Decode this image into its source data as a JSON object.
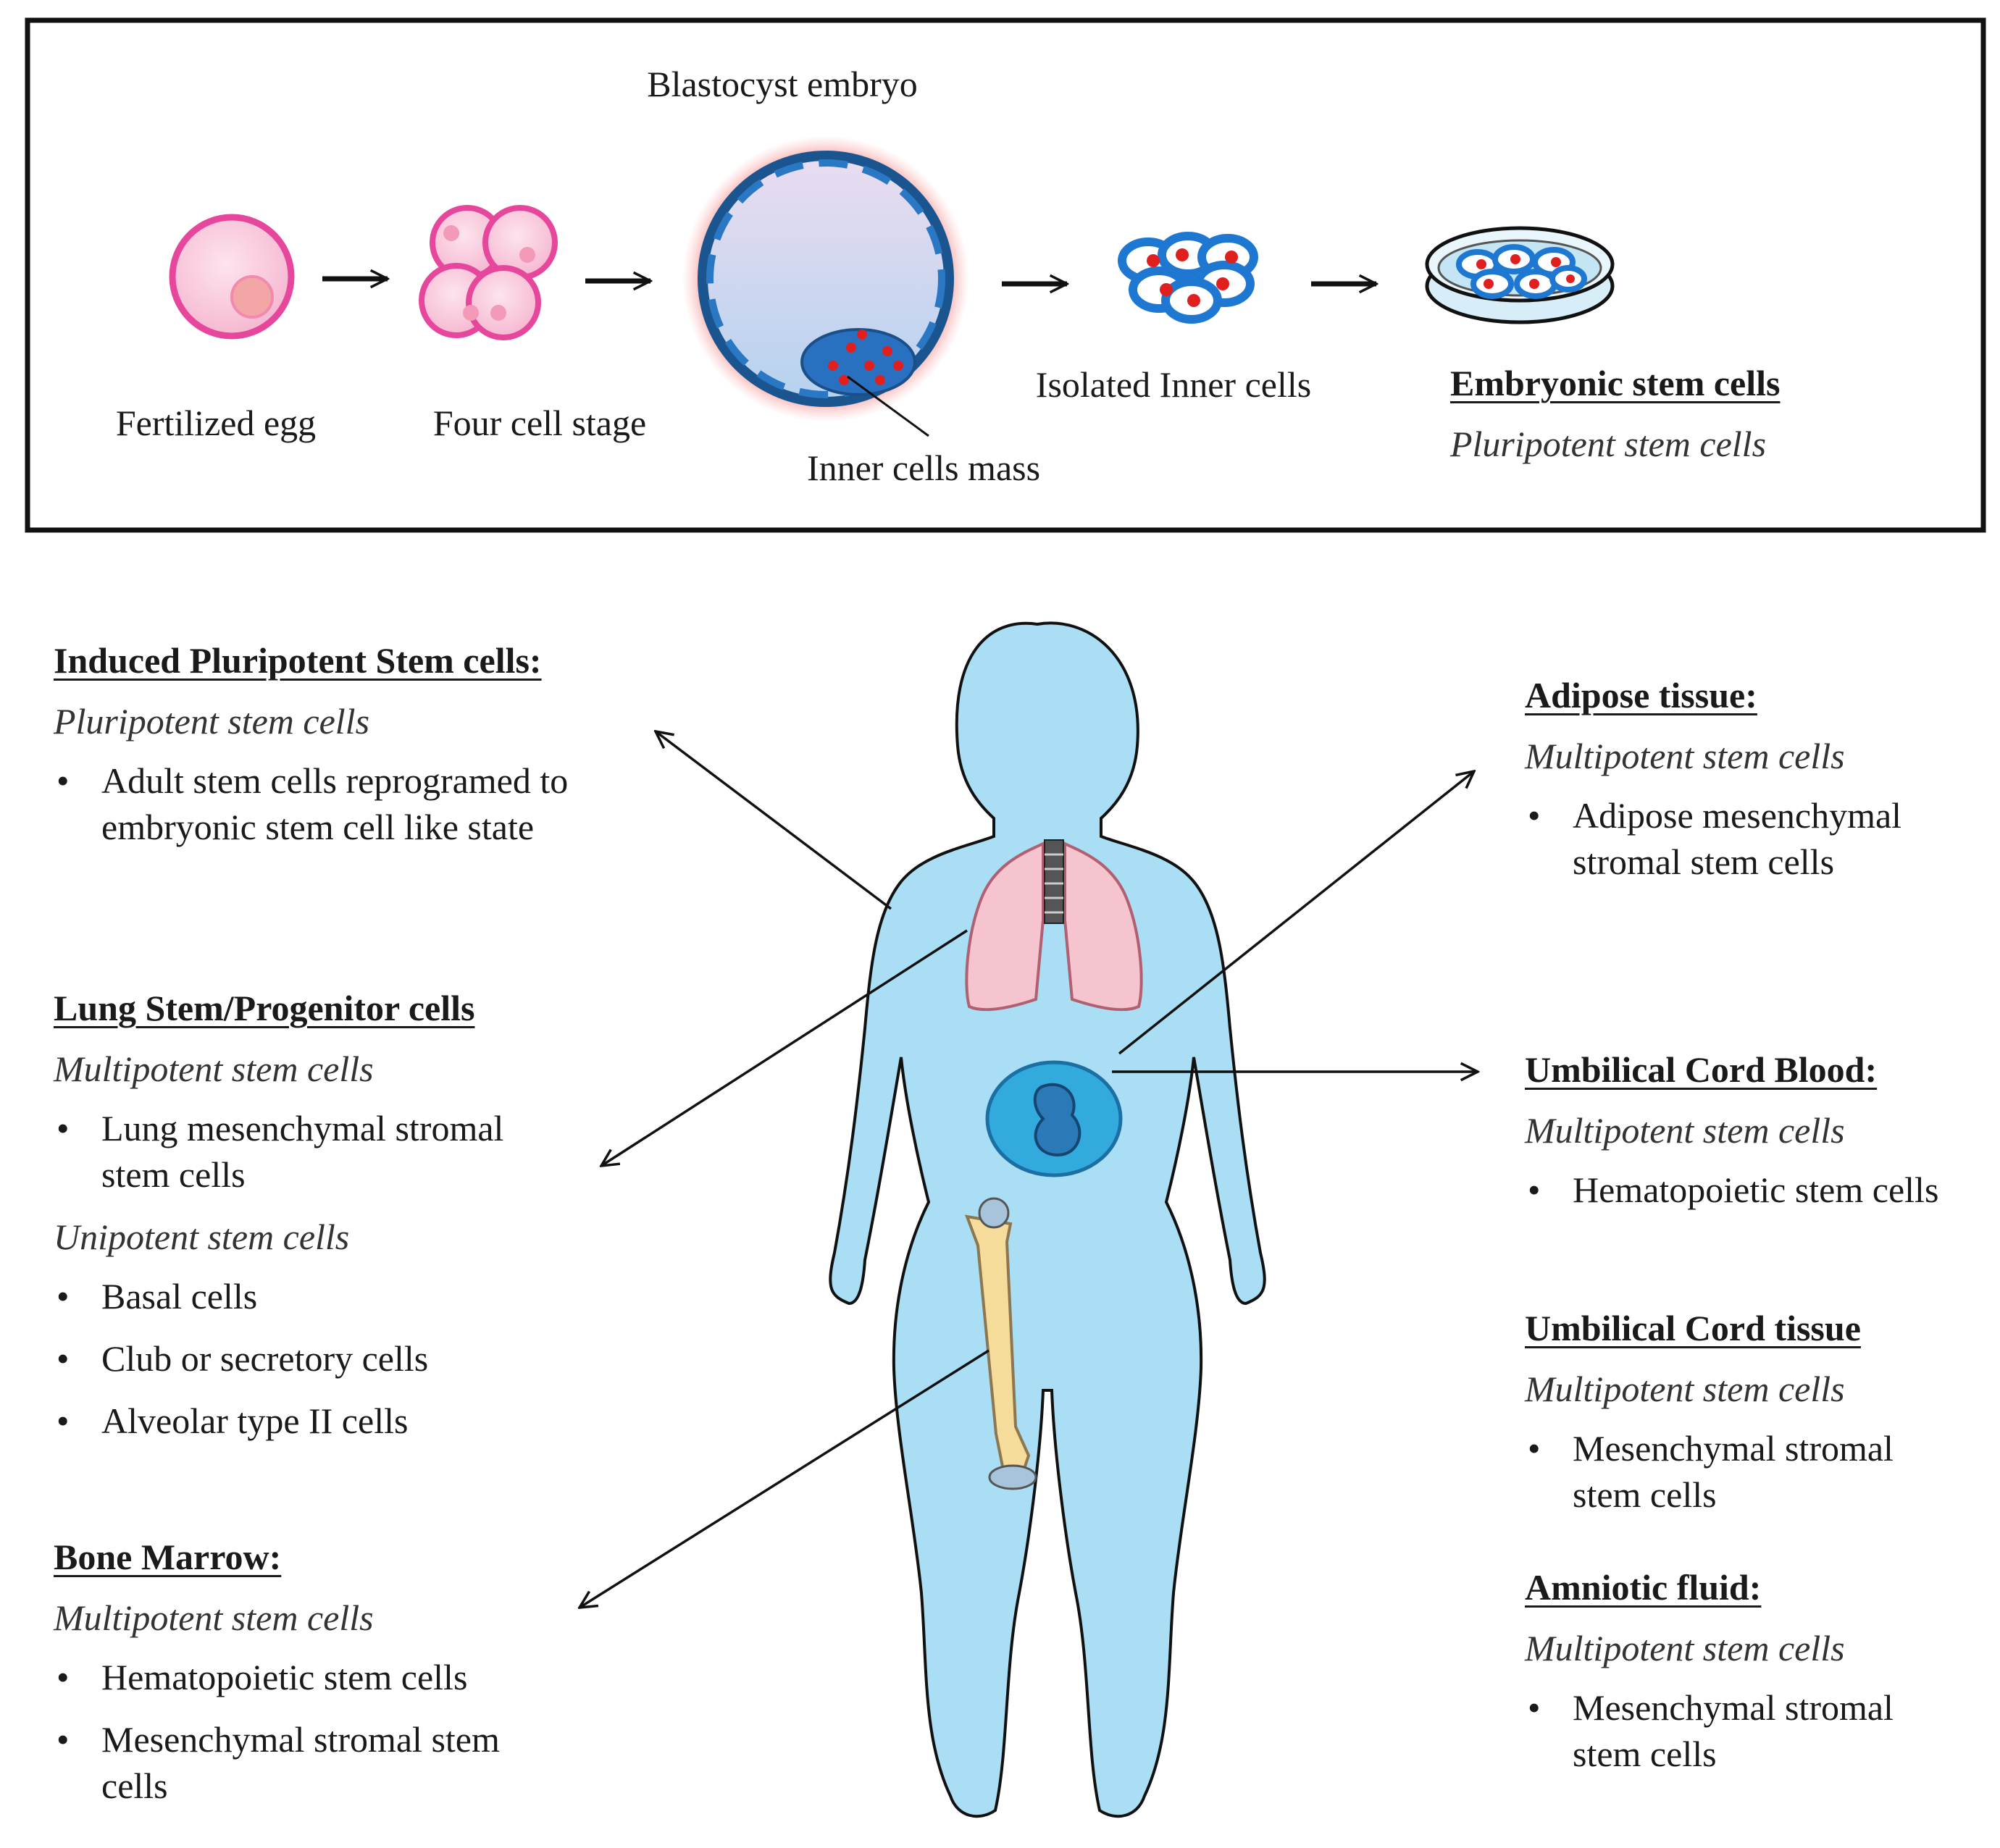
{
  "top": {
    "blastocyst": "Blastocyst embryo",
    "fertilized": "Fertilized  egg",
    "four_cell": "Four cell stage",
    "inner_mass": "Inner cells mass",
    "isolated": "Isolated Inner cells",
    "esc_title": "Embryonic stem cells",
    "esc_potency": "Pluripotent stem cells"
  },
  "left": {
    "ipsc": {
      "title": "Induced Pluripotent Stem cells:",
      "potency": "Pluripotent stem cells",
      "items": [
        "Adult stem cells reprogramed to embryonic stem cell like state"
      ]
    },
    "lung": {
      "title": "Lung Stem/Progenitor cells",
      "potency": "Multipotent stem cells",
      "items": [
        "Lung mesenchymal stromal stem cells"
      ],
      "potency2": "Unipotent stem cells",
      "items2": [
        "Basal  cells",
        "Club or secretory cells",
        "Alveolar  type II cells"
      ]
    },
    "bone": {
      "title": "Bone Marrow:",
      "potency": "Multipotent stem cells",
      "items": [
        "Hematopoietic stem cells",
        "Mesenchymal stromal stem cells"
      ]
    }
  },
  "right": {
    "adipose": {
      "title": "Adipose tissue:",
      "potency": "Multipotent stem cells",
      "items": [
        "Adipose mesenchymal stromal stem cells"
      ]
    },
    "cord_blood": {
      "title": "Umbilical Cord Blood:",
      "potency": "Multipotent stem cells",
      "items": [
        "Hematopoietic stem cells"
      ]
    },
    "cord_tissue": {
      "title": "Umbilical Cord tissue",
      "potency": "Multipotent stem cells",
      "items": [
        "Mesenchymal stromal stem cells"
      ]
    },
    "amniotic": {
      "title": "Amniotic fluid:",
      "potency": "Multipotent stem cells",
      "items": [
        "Mesenchymal stromal stem cells"
      ]
    }
  },
  "colors": {
    "pink": "#e6479d",
    "pink_fill": "#f9c8dc",
    "body": "#a9def4",
    "blue": "#1e73c8",
    "red": "#e0201f",
    "bone": "#f6dc9a"
  }
}
